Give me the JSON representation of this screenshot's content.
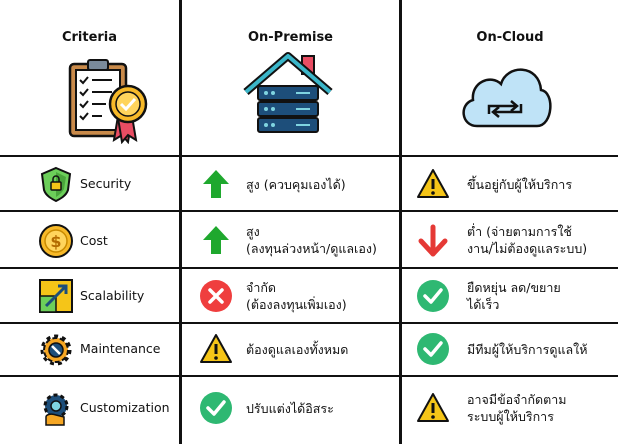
{
  "headers": {
    "criteria": "Criteria",
    "on_premise": "On-Premise",
    "on_cloud": "On-Cloud"
  },
  "rows": [
    {
      "criterion": "Security",
      "criterion_icon": "shield-icon",
      "premise": {
        "icon": "up-arrow-icon",
        "text": "สูง (ควบคุมเองได้)"
      },
      "cloud": {
        "icon": "warning-icon",
        "text": "ขึ้นอยู่กับผู้ให้บริการ"
      }
    },
    {
      "criterion": "Cost",
      "criterion_icon": "coin-icon",
      "premise": {
        "icon": "up-arrow-icon",
        "text": "สูง\n(ลงทุนล่วงหน้า/ดูแลเอง)"
      },
      "cloud": {
        "icon": "down-arrow-icon",
        "text": "ต่ำ (จ่ายตามการใช้\nงาน/ไม่ต้องดูแลระบบ)"
      }
    },
    {
      "criterion": "Scalability",
      "criterion_icon": "scale-icon",
      "premise": {
        "icon": "cross-icon",
        "text": "จำกัด\n(ต้องลงทุนเพิ่มเอง)"
      },
      "cloud": {
        "icon": "check-icon",
        "text": "ยืดหยุ่น ลด/ขยาย\nได้เร็ว"
      }
    },
    {
      "criterion": "Maintenance",
      "criterion_icon": "gear-wrench-icon",
      "premise": {
        "icon": "warning-icon",
        "text": "ต้องดูแลเองทั้งหมด"
      },
      "cloud": {
        "icon": "check-icon",
        "text": "มีทีมผู้ให้บริการดูแลให้"
      }
    },
    {
      "criterion": "Customization",
      "criterion_icon": "gear-hand-icon",
      "premise": {
        "icon": "check-icon",
        "text": "ปรับแต่งได้อิสระ"
      },
      "cloud": {
        "icon": "warning-icon",
        "text": "อาจมีข้อจำกัดตาม\nระบบผู้ให้บริการ"
      }
    }
  ],
  "colors": {
    "up_arrow": "#1fa82e",
    "down_arrow": "#e53935",
    "check": "#2eb872",
    "cross": "#ef3e3e",
    "warning": "#f5c518"
  }
}
